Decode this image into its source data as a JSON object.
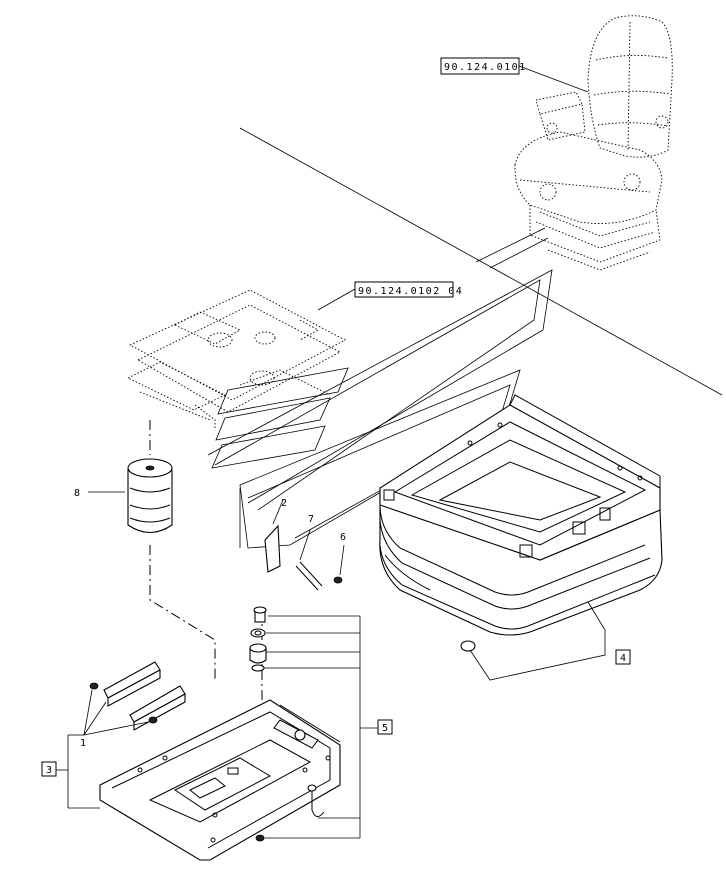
{
  "references": {
    "seat_assembly": "90.124.0101",
    "suspension": "90.124.0102 04"
  },
  "callouts": {
    "c1": "1",
    "c2": "2",
    "c3": "3",
    "c4": "4",
    "c5": "5",
    "c6": "6",
    "c7": "7",
    "c8": "8"
  }
}
